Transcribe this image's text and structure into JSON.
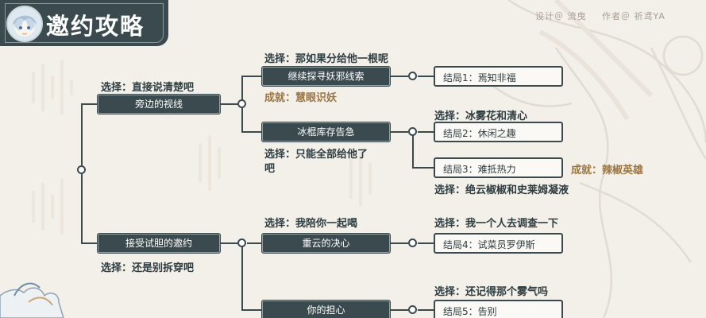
{
  "header": {
    "title": "邀约攻略",
    "design_credit": "设计＠ 流曳",
    "author_credit": "作者＠ 祈鸢YA"
  },
  "colors": {
    "primary": "#3a4a4e",
    "achievement": "#9b7641",
    "background": "#f3efe9"
  },
  "icons": [
    "character-avatar-icon"
  ],
  "routes": {
    "top": {
      "choice": "选择：直接说清楚吧",
      "label": "旁边的视线",
      "upper": {
        "choice": "选择：那如果分给他一根呢",
        "label": "继续探寻妖邪线索",
        "achievement": "成就：慧眼识妖",
        "ending": "结局1：焉知非福"
      },
      "lower": {
        "label": "冰棍库存告急",
        "choice_line1": "选择：只能全部给他了",
        "choice_line2": "吧",
        "ending2_choice": "选择：冰雾花和清心",
        "ending2": "结局2：休闲之趣",
        "ending3": "结局3：难抵热力",
        "ending3_achievement": "成就：辣椒英雄",
        "ending3_choice": "选择：绝云椒椒和史莱姆凝液"
      }
    },
    "bottom": {
      "label": "接受试胆的邀约",
      "choice": "选择：还是别拆穿吧",
      "upper": {
        "choice": "选择：我陪你一起喝",
        "label": "重云的决心",
        "ending_choice": "选择：我一个人去调查一下",
        "ending": "结局4：试菜员罗伊斯"
      },
      "lower": {
        "ending_choice": "选择：还记得那个雾气吗",
        "label": "你的担心",
        "ending": "结局5：告别"
      }
    }
  }
}
